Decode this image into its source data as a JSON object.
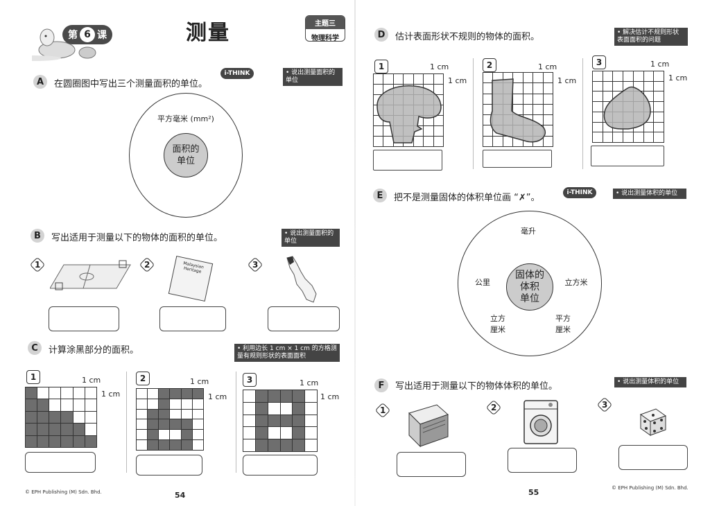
{
  "left_page": {
    "lesson": {
      "prefix": "第",
      "number": "6",
      "suffix": "课"
    },
    "title": "测量",
    "theme": {
      "line1": "主题三",
      "line2": "物理科学"
    },
    "section_a": {
      "letter": "A",
      "instruction": "在圆圈图中写出三个测量面积的单位。",
      "badge": "i-THINK",
      "objective": "• 说出测量面积的单位",
      "example_unit": "平方毫米 (mm²)",
      "center": [
        "面积的",
        "单位"
      ]
    },
    "section_b": {
      "letter": "B",
      "instruction": "写出适用于测量以下的物体的面积的单位。",
      "objective": "• 说出测量面积的单位",
      "items": [
        "1",
        "2",
        "3"
      ],
      "book_title": "Malaysian Heritage"
    },
    "section_c": {
      "letter": "C",
      "instruction": "计算涂黑部分的面积。",
      "objective": "• 利用边长 1 cm × 1 cm 的方格测量有规则形状的表面面积",
      "items": [
        "1",
        "2",
        "3"
      ],
      "unit": "1 cm"
    },
    "footer": {
      "copyright": "© EPH Publishing (M) Sdn. Bhd.",
      "page": "54"
    }
  },
  "right_page": {
    "section_d": {
      "letter": "D",
      "instruction": "估计表面形状不规则的物体的面积。",
      "objective": "• 解决估计不规则形状表面面积的问题",
      "items": [
        "1",
        "2",
        "3"
      ],
      "unit": "1 cm"
    },
    "section_e": {
      "letter": "E",
      "instruction": "把不是测量固体的体积单位画 “✗”。",
      "badge": "i-THINK",
      "objective": "• 说出测量体积的单位",
      "center": [
        "固体的",
        "体积",
        "单位"
      ],
      "units": {
        "top": "毫升",
        "left": "公里",
        "right": "立方米",
        "bottom_left": [
          "立方",
          "厘米"
        ],
        "bottom_right": [
          "平方",
          "厘米"
        ]
      }
    },
    "section_f": {
      "letter": "F",
      "instruction": "写出适用于测量以下的物体体积的单位。",
      "objective": "• 说出测量体积的单位",
      "items": [
        "1",
        "2",
        "3"
      ]
    },
    "footer": {
      "copyright": "© EPH Publishing (M) Sdn. Bhd.",
      "page": "55"
    }
  }
}
